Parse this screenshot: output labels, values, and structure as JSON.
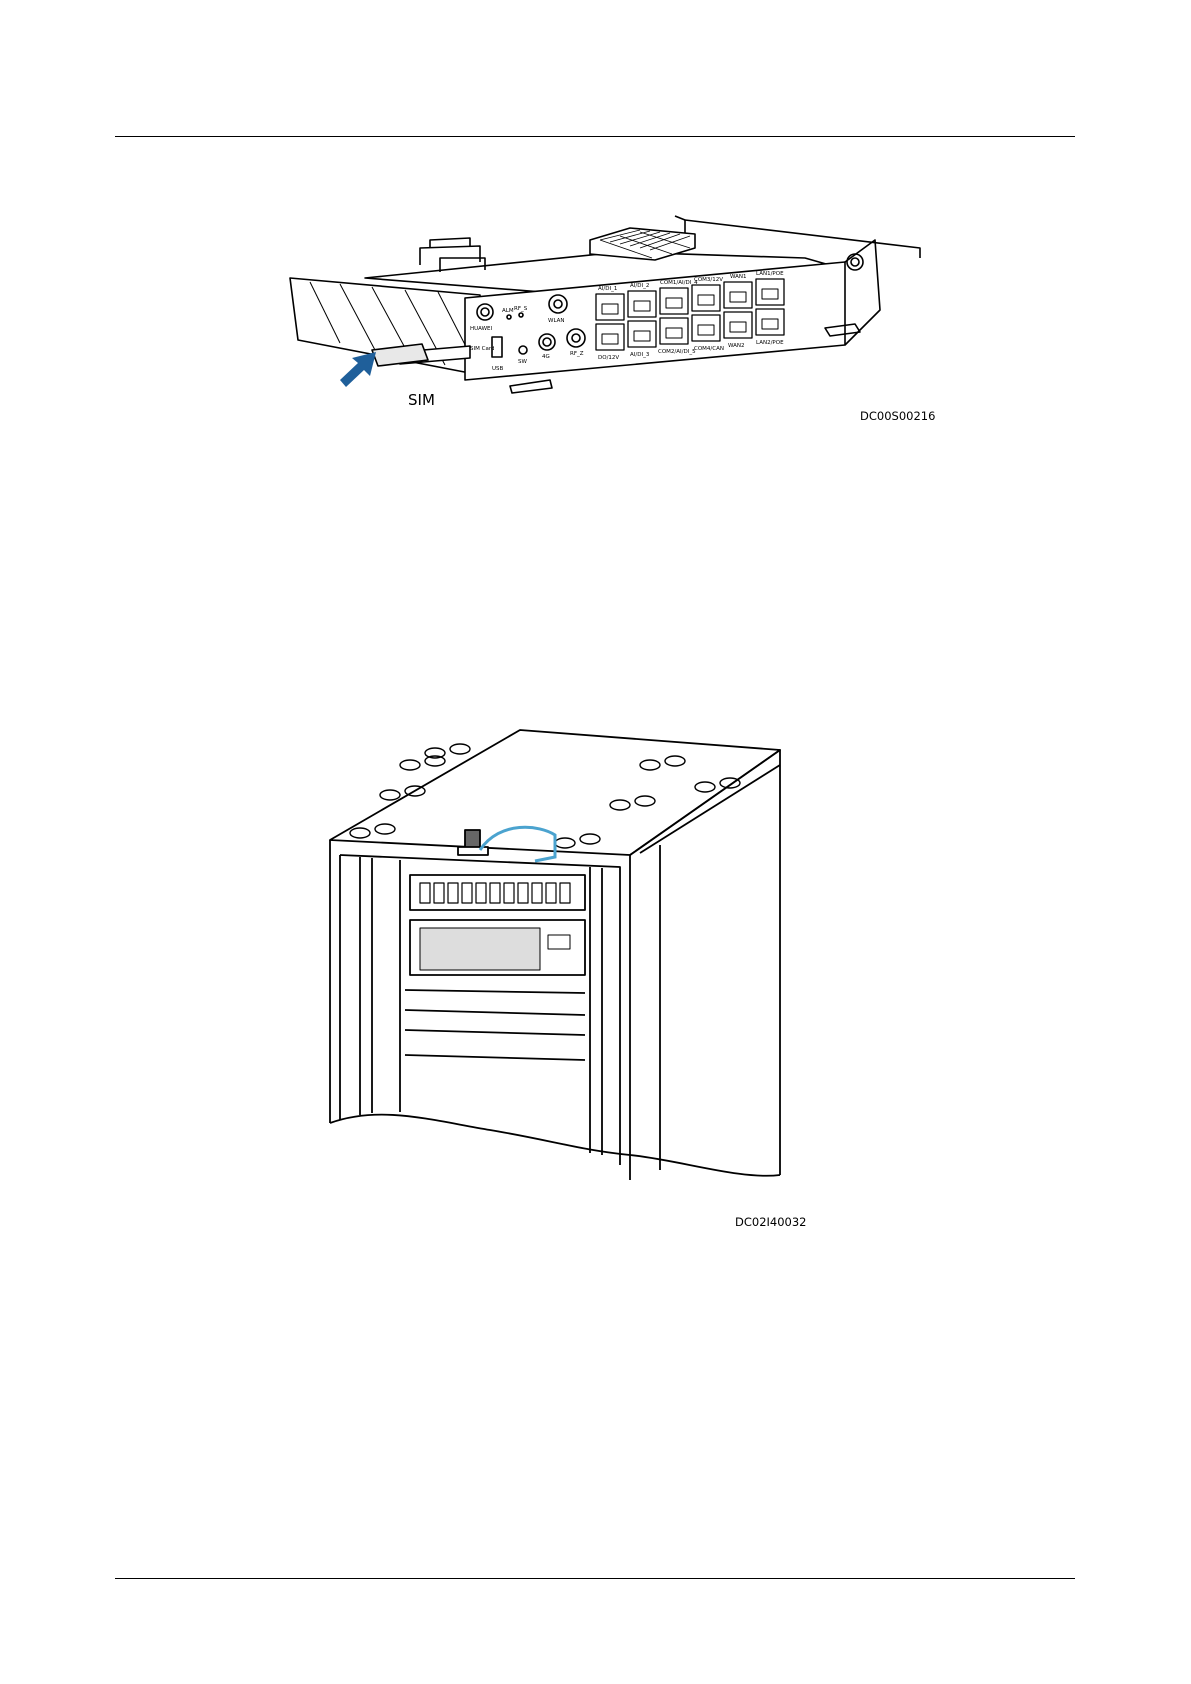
{
  "figure1": {
    "code": "DC00S00216",
    "sim_label": "SIM",
    "panel_labels": {
      "brand": "HUAWEI",
      "sim_card": "SIM Card",
      "usb": "USB",
      "sw": "SW",
      "lte": "4G",
      "rf_z": "RF_Z",
      "wlan": "WLAN",
      "alm": "ALM",
      "rf_s": "RF_S",
      "ports_top": [
        "AI/DI_1",
        "AI/DI_2",
        "COM1/AI/DI_4",
        "COM3/12V",
        "WAN1",
        "LAN1/POE"
      ],
      "ports_bottom": [
        "DO/12V",
        "AI/DI_3",
        "COM2/AI/DI_5",
        "COM4/CAN",
        "WAN2",
        "LAN2/POE"
      ]
    }
  },
  "figure2": {
    "code": "DC02I40032"
  },
  "colors": {
    "arrow": "#1f5f9a",
    "cable": "#4ba3cf"
  }
}
